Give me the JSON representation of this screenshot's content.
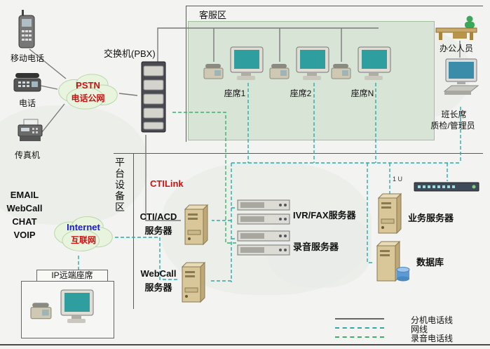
{
  "regions": {
    "service_area": "客服区",
    "platform_area": "平台设备区"
  },
  "left_column": {
    "mobile_label": "移动电话",
    "phone_label": "电话",
    "fax_label": "传真机",
    "channels": [
      "EMAIL",
      "WebCall",
      "CHAT",
      "VOIP"
    ],
    "remote_agent_label": "IP远端座席"
  },
  "clouds": {
    "pstn_title": "PSTN",
    "pstn_subtitle": "电话公网",
    "internet_title": "Internet",
    "internet_subtitle": "互联网"
  },
  "pbx": {
    "label": "交换机(PBX)"
  },
  "ctilink_label": "CTILink",
  "servers": {
    "cti_acd_line1": "CTI/ACD",
    "cti_acd_line2": "服务器",
    "webcall_line1": "WebCall",
    "webcall_line2": "服务器",
    "ivr_fax_label": "IVR/FAX服务器",
    "recording_label": "录音服务器",
    "business_label": "业务服务器",
    "database_label": "数据库",
    "rack_unit_label": "1 U"
  },
  "agents": [
    "座席1",
    "座席2",
    "座席N"
  ],
  "staff": {
    "office_label": "办公人员",
    "supervisor_line1": "班长席",
    "supervisor_line2": "质检/管理员"
  },
  "legend": {
    "items": [
      {
        "label": "分机电话线",
        "style": "solid",
        "color": "#666666"
      },
      {
        "label": "网线",
        "style": "dashed",
        "color": "#2fa8a8"
      },
      {
        "label": "录音电话线",
        "style": "dashed",
        "color": "#3fae6e"
      }
    ]
  }
}
